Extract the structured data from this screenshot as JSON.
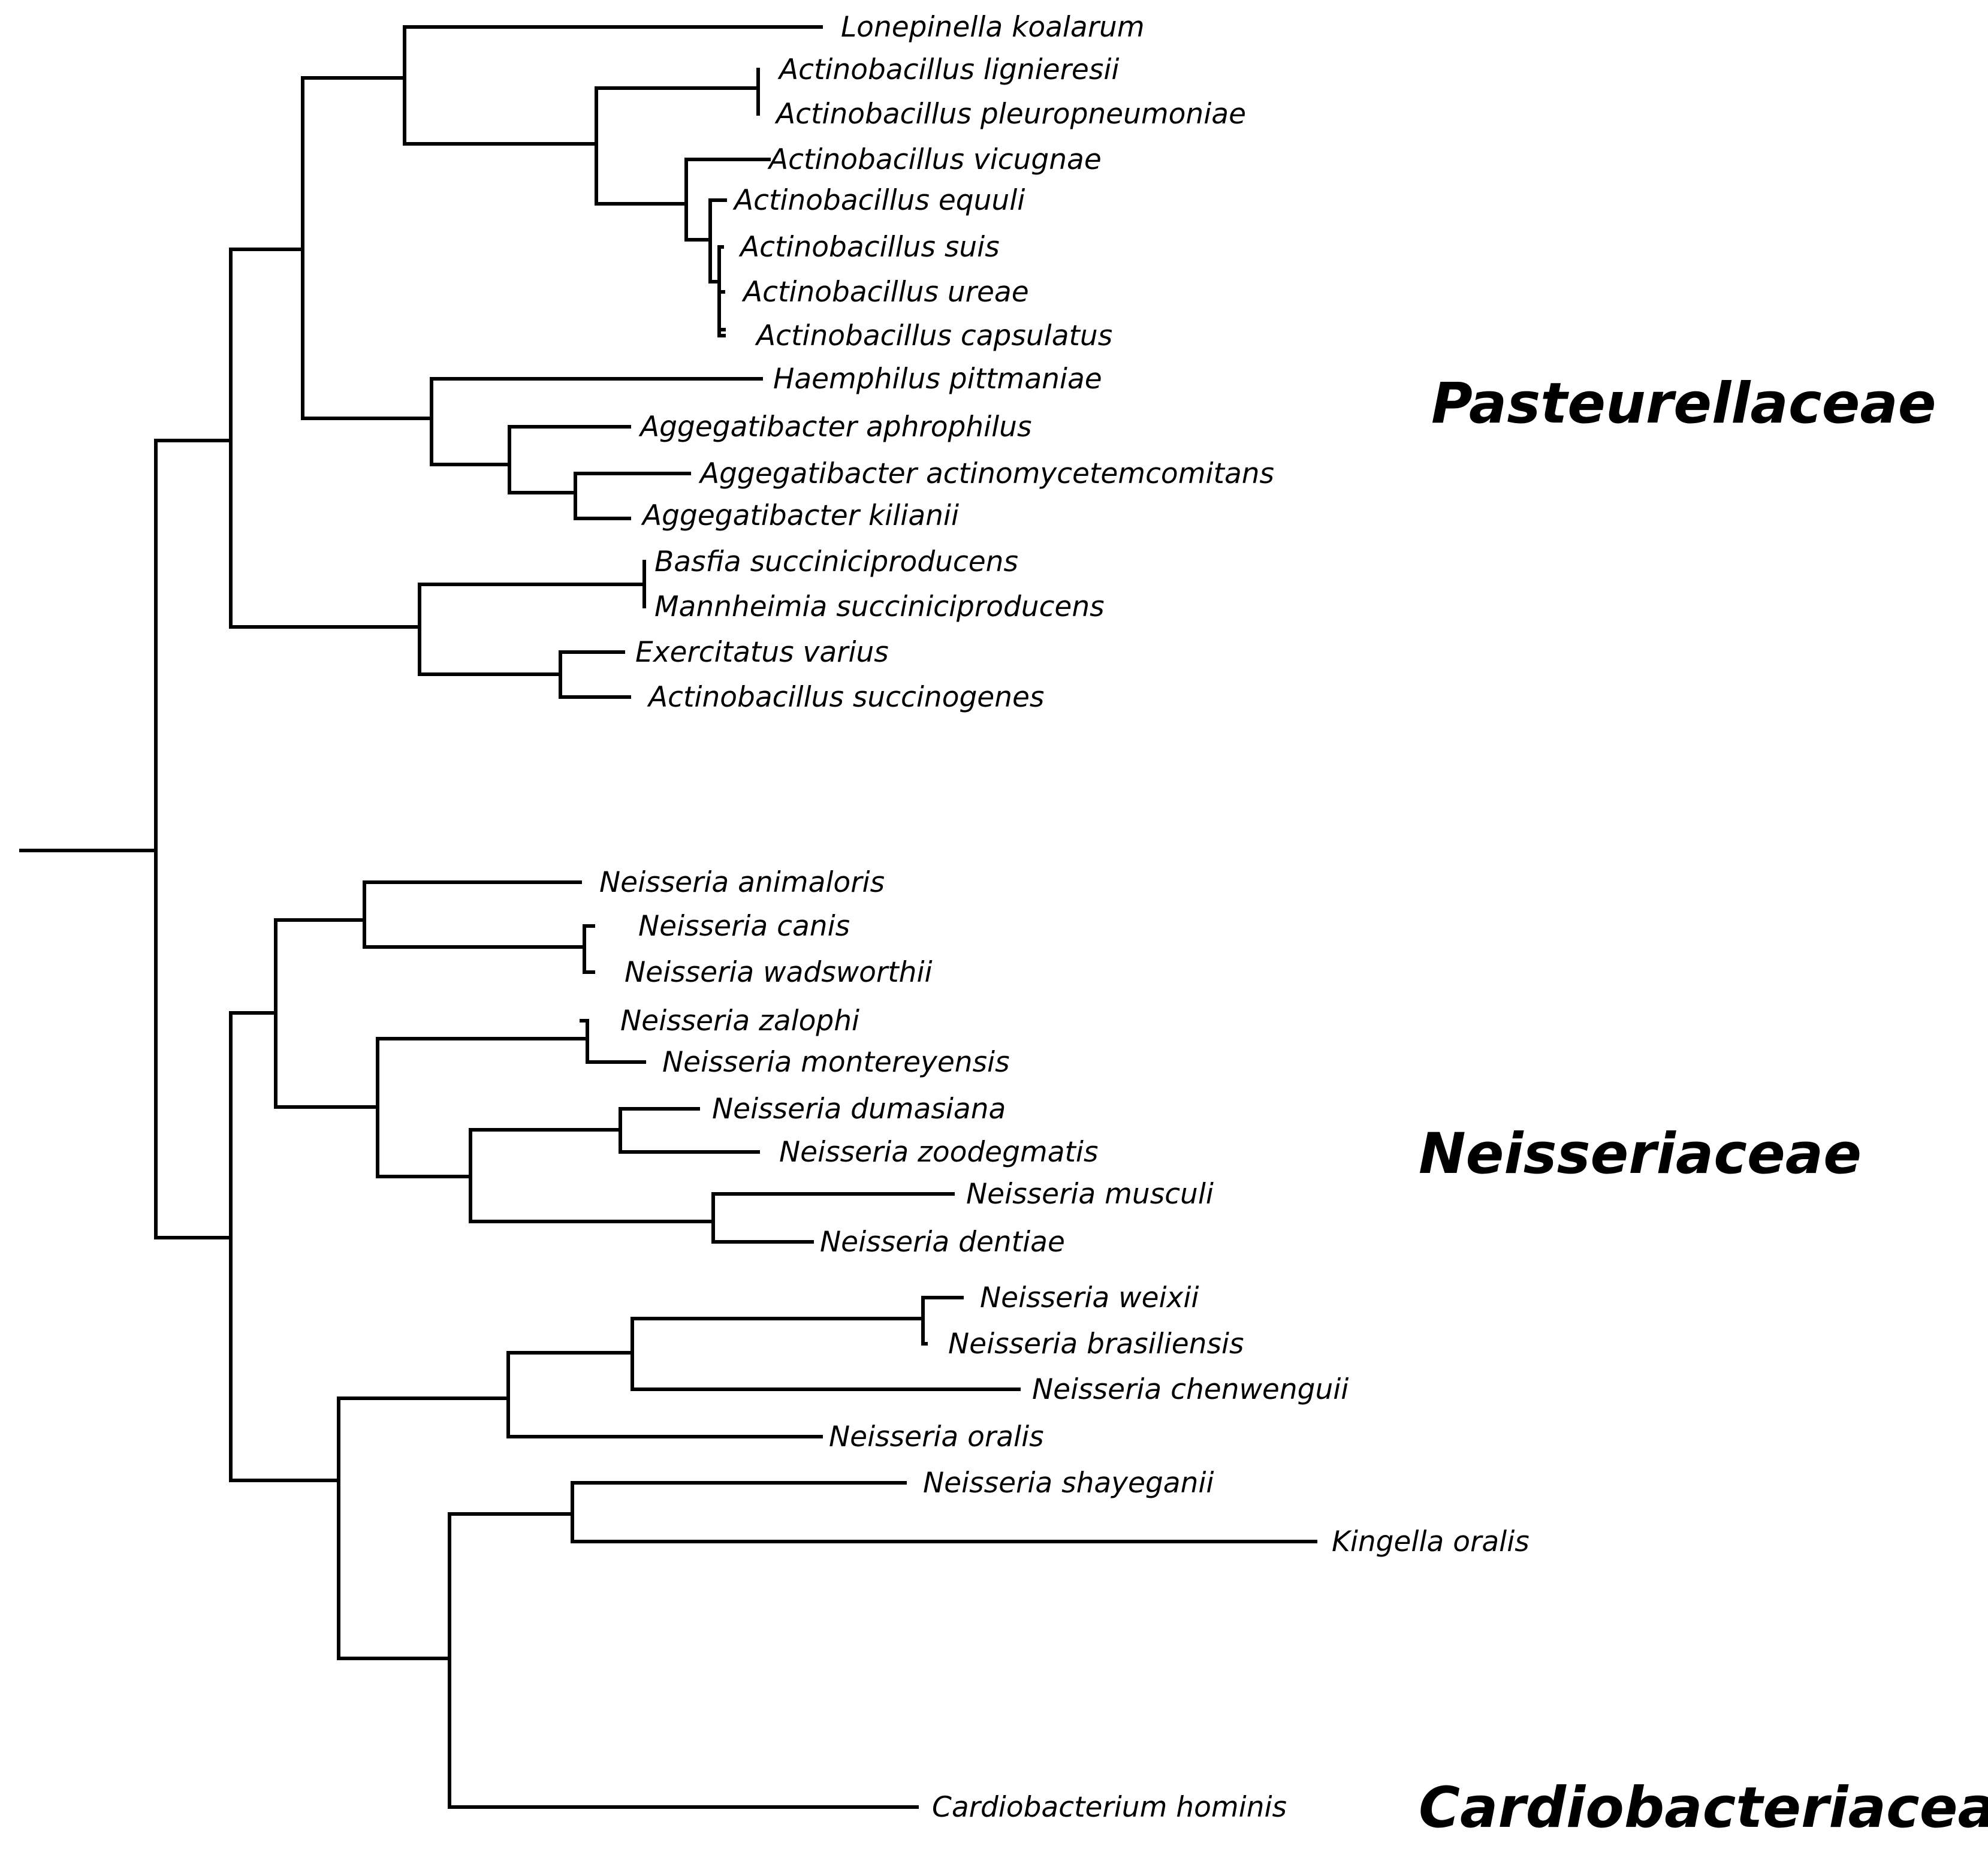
{
  "tree": {
    "families": [
      {
        "key": "pasteurellaceae",
        "label": "Pasteurellaceae"
      },
      {
        "key": "neisseriaceae",
        "label": "Neisseriaceae"
      },
      {
        "key": "cardiobacteriaceae",
        "label": "Cardiobacteriaceae"
      }
    ],
    "taxa": [
      "Lonepinella koalarum",
      "Actinobacillus lignieresii",
      "Actinobacillus pleuropneumoniae",
      "Actinobacillus vicugnae",
      "Actinobacillus equuli",
      "Actinobacillus suis",
      "Actinobacillus ureae",
      "Actinobacillus capsulatus",
      "Haemphilus pittmaniae",
      "Aggegatibacter aphrophilus",
      "Aggegatibacter actinomycetemcomitans",
      "Aggegatibacter kilianii",
      "Basfia succiniciproducens",
      "Mannheimia succiniciproducens",
      "Exercitatus varius",
      "Actinobacillus succinogenes",
      "Neisseria animaloris",
      "Neisseria canis",
      "Neisseria wadsworthii",
      "Neisseria zalophi",
      "Neisseria montereyensis",
      "Neisseria dumasiana",
      "Neisseria zoodegmatis",
      "Neisseria musculi",
      "Neisseria dentiae",
      "Neisseria weixii",
      "Neisseria brasiliensis",
      "Neisseria chenwenguii",
      "Neisseria oralis",
      "Neisseria shayeganii",
      "Kingella oralis",
      "Cardiobacterium hominis"
    ]
  }
}
